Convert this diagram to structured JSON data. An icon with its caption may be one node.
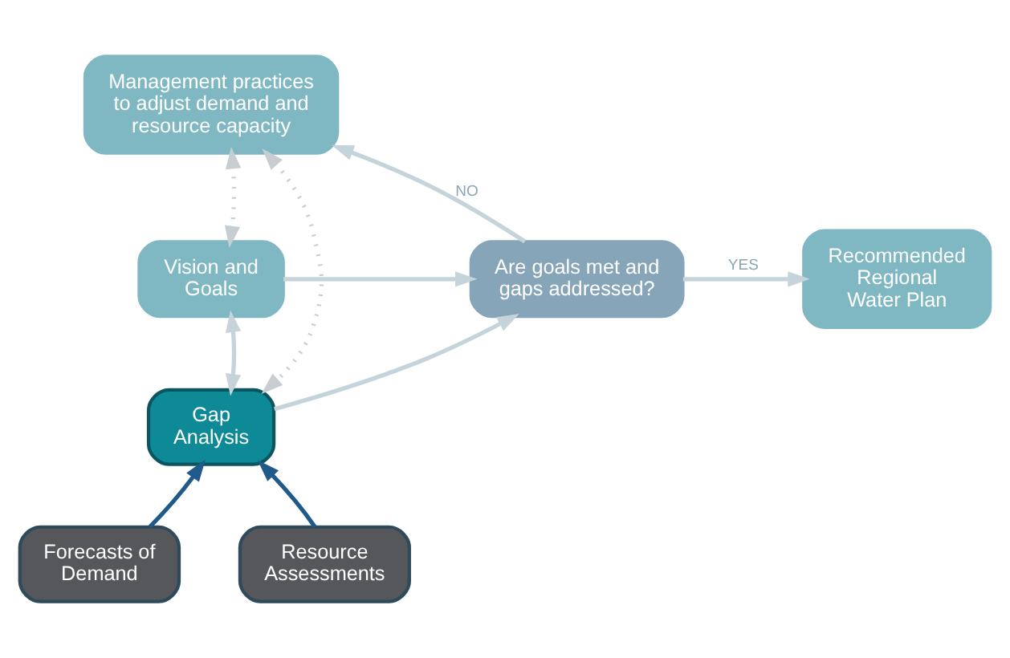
{
  "diagram": {
    "nodes": [
      {
        "text": [
          "Management practices to adjust demand and resource capacity"
        ]
      },
      {
        "text": [
          "Vision and Goals"
        ]
      },
      {
        "text": [
          "Are goals met and gaps addressed?"
        ]
      },
      {
        "text": [
          "Recommended Regional Water Plan"
        ]
      },
      {
        "text": [
          "Gap Analysis"
        ]
      },
      {
        "text": [
          "Forecasts of Demand"
        ]
      },
      {
        "text": [
          "Resource Assessments"
        ]
      }
    ],
    "edges": [
      {
        "from": 0,
        "to": 1,
        "arrow": "both",
        "style": "dashed"
      },
      {
        "from": 0,
        "to": 4,
        "arrow": "both",
        "style": "dashed"
      },
      {
        "from": 1,
        "to": 2,
        "arrow": "to"
      },
      {
        "from": 4,
        "to": 2,
        "arrow": "to"
      },
      {
        "from": 2,
        "to": 0,
        "arrow": "to",
        "label": "NO"
      },
      {
        "from": 2,
        "to": 3,
        "arrow": "to",
        "label": "YES"
      },
      {
        "from": 1,
        "to": 4,
        "arrow": "both"
      },
      {
        "from": 5,
        "to": 4,
        "arrow": "to",
        "color": "#1f5a8a"
      },
      {
        "from": 6,
        "to": 4,
        "arrow": "to",
        "color": "#1f5a8a"
      }
    ]
  }
}
